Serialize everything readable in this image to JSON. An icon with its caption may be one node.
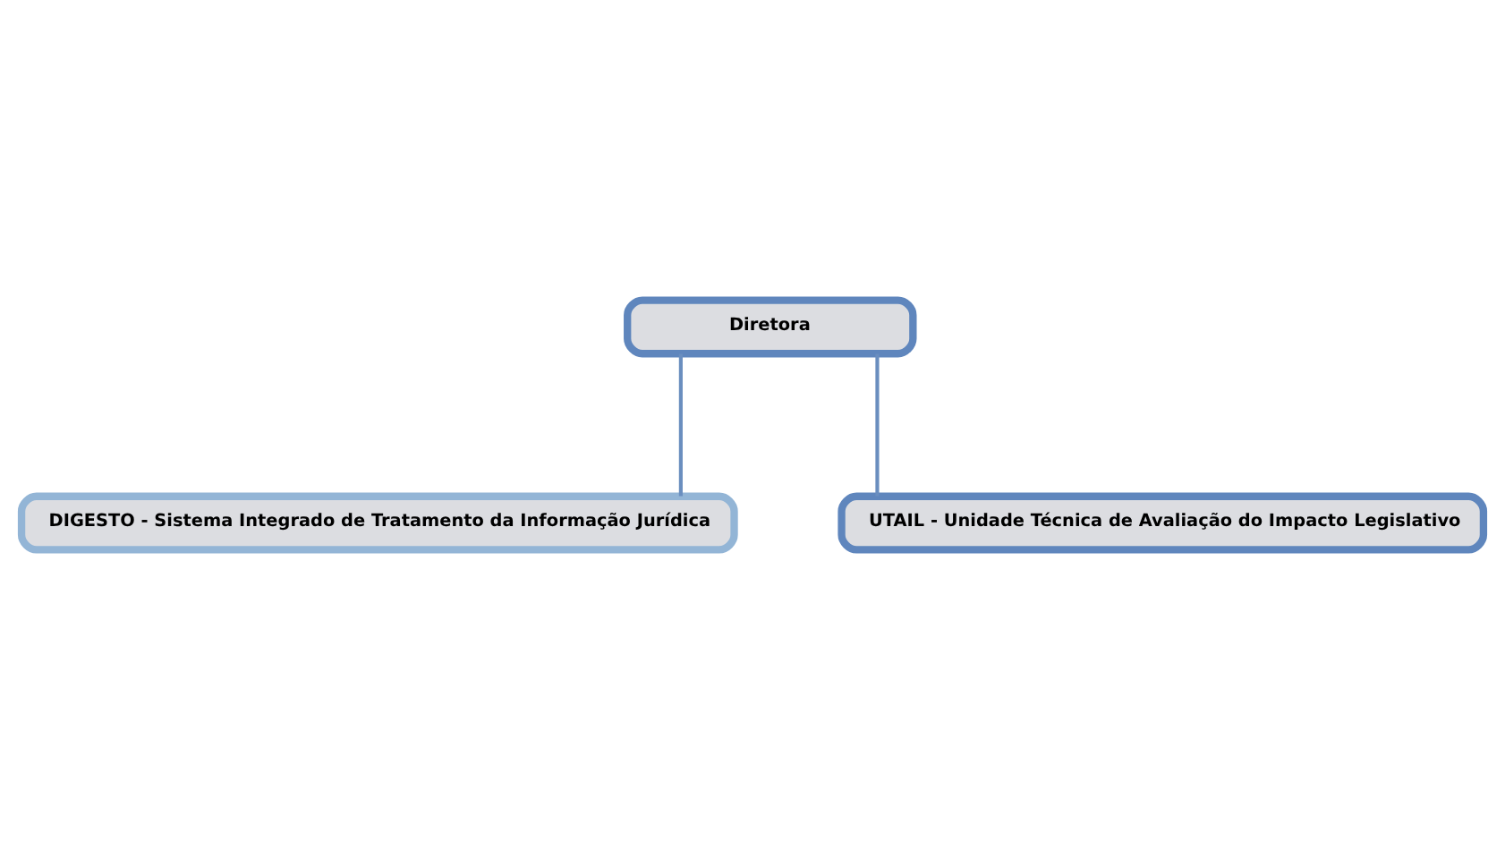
{
  "diagram": {
    "nodes": [
      {
        "text": [
          "Diretora"
        ]
      },
      {
        "text": [
          "DIGESTO - Sistema Integrado de Tratamento da Informação Jurídica"
        ]
      },
      {
        "text": [
          "UTAIL - Unidade Técnica de Avaliação do Impacto Legislativo"
        ]
      }
    ],
    "edges": [
      {
        "from": 0,
        "to": 1,
        "arrow": "none"
      },
      {
        "from": 0,
        "to": 2,
        "arrow": "none"
      }
    ]
  }
}
